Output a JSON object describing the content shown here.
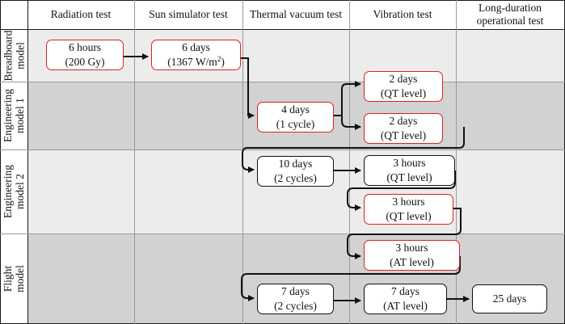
{
  "columns": [
    {
      "label": "Radiation test"
    },
    {
      "label": "Sun simulator test"
    },
    {
      "label": "Thermal vacuum test"
    },
    {
      "label": "Vibration test"
    },
    {
      "label": "Long-duration\noperational test"
    }
  ],
  "rows": [
    {
      "label": "Breadboard\nmodel"
    },
    {
      "label": "Engineering\nmodel 1"
    },
    {
      "label": "Engineering\nmodel 2"
    },
    {
      "label": "Flight\nmodel"
    }
  ],
  "boxes": {
    "bb_radiation": {
      "line1": "6 hours",
      "line2": "(200 Gy)",
      "style": "red"
    },
    "bb_sunsim": {
      "line1": "6 days",
      "line2": "(1367 W/m",
      "sup": "2",
      "tail": ")",
      "style": "red"
    },
    "em1_thermal": {
      "line1": "4 days",
      "line2": "(1 cycle)",
      "style": "red"
    },
    "em1_vib_a": {
      "line1": "2 days",
      "line2": "(QT level)",
      "style": "red"
    },
    "em1_vib_b": {
      "line1": "2 days",
      "line2": "(QT level)",
      "style": "red"
    },
    "em2_thermal": {
      "line1": "10 days",
      "line2": "(2 cycles)",
      "style": "black"
    },
    "em2_vib_a": {
      "line1": "3 hours",
      "line2": "(QT level)",
      "style": "black"
    },
    "em2_vib_b": {
      "line1": "3 hours",
      "line2": "(QT level)",
      "style": "red"
    },
    "fm_vib_a": {
      "line1": "3 hours",
      "line2": "(AT level)",
      "style": "red"
    },
    "fm_thermal": {
      "line1": "7 days",
      "line2": "(2 cycles)",
      "style": "black"
    },
    "fm_vib_b": {
      "line1": "7 days",
      "line2": "(AT level)",
      "style": "black"
    },
    "fm_longdur": {
      "line1": "25 days",
      "style": "black"
    }
  },
  "colors": {
    "red_border": "#e02020",
    "black_border": "#111111",
    "band_light": "#ececec",
    "band_dark": "#d2d2d2"
  }
}
